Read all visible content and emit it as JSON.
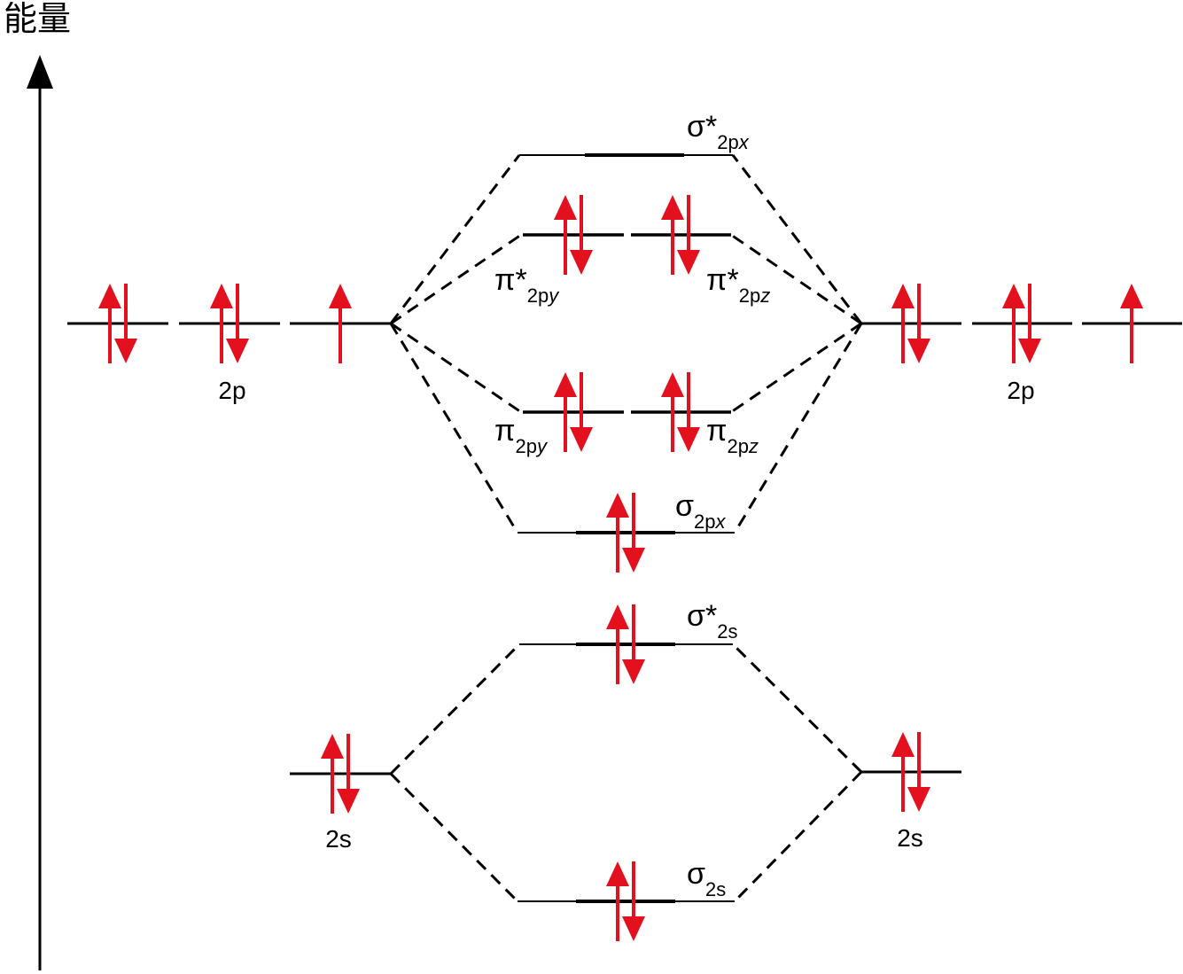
{
  "axis": {
    "label": "能量"
  },
  "colors": {
    "electron": "#e3101e",
    "line": "#000000"
  },
  "atomic_orbitals": {
    "left_2p": {
      "label": "2p",
      "electrons": [
        2,
        2,
        1
      ]
    },
    "right_2p": {
      "label": "2p",
      "electrons": [
        2,
        2,
        1
      ]
    },
    "left_2s": {
      "label": "2s",
      "electrons": 2
    },
    "right_2s": {
      "label": "2s",
      "electrons": 2
    }
  },
  "molecular_orbitals": {
    "sigma_star_2px": {
      "base": "σ*",
      "sub": "2p",
      "sub_italic": "x",
      "electrons": 0
    },
    "pi_star_2py": {
      "base": "π*",
      "sub": "2p",
      "sub_italic": "y",
      "electrons": 2
    },
    "pi_star_2pz": {
      "base": "π*",
      "sub": "2p",
      "sub_italic": "z",
      "electrons": 2
    },
    "pi_2py": {
      "base": "π",
      "sub": "2p",
      "sub_italic": "y",
      "electrons": 2
    },
    "pi_2pz": {
      "base": "π",
      "sub": "2p",
      "sub_italic": "z",
      "electrons": 2
    },
    "sigma_2px": {
      "base": "σ",
      "sub": "2p",
      "sub_italic": "x",
      "electrons": 2
    },
    "sigma_star_2s": {
      "base": "σ*",
      "sub": "2s",
      "sub_italic": "",
      "electrons": 2
    },
    "sigma_2s": {
      "base": "σ",
      "sub": "2s",
      "sub_italic": "",
      "electrons": 2
    }
  }
}
